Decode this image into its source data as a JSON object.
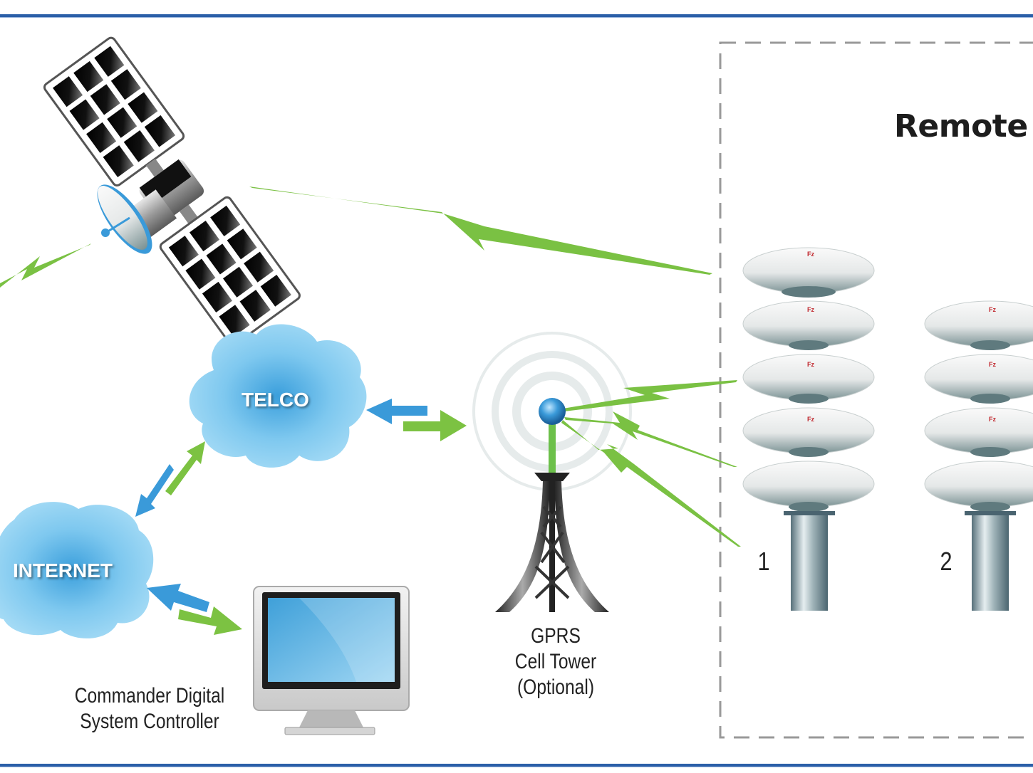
{
  "diagram": {
    "remote_site": {
      "title": "Remote S"
    },
    "nodes": {
      "satellite": {
        "label": ""
      },
      "telco": {
        "label": "TELCO"
      },
      "internet": {
        "label": "INTERNET"
      },
      "controller": {
        "line1": "Commander Digital",
        "line2": "System Controller"
      },
      "cell_tower": {
        "line1": "GPRS",
        "line2": "Cell Tower",
        "line3": "(Optional)"
      },
      "sirens": [
        {
          "number": "1"
        },
        {
          "number": "2"
        }
      ]
    },
    "links": [
      {
        "from": "satellite",
        "to": "off-left",
        "type": "wireless"
      },
      {
        "from": "satellite",
        "to": "siren-1",
        "type": "wireless"
      },
      {
        "from": "internet",
        "to": "telco",
        "type": "bidirectional"
      },
      {
        "from": "telco",
        "to": "cell_tower",
        "type": "bidirectional"
      },
      {
        "from": "internet",
        "to": "controller",
        "type": "bidirectional"
      },
      {
        "from": "cell_tower",
        "to": "siren-1",
        "type": "wireless",
        "count": 3
      }
    ],
    "colors": {
      "rule": "#2b5fa8",
      "wireless": "#7ac143",
      "arrow_blue": "#3a9ad9",
      "arrow_green": "#7cc242",
      "cloud": "#8fd0f2",
      "dashed_border": "#999999"
    }
  }
}
